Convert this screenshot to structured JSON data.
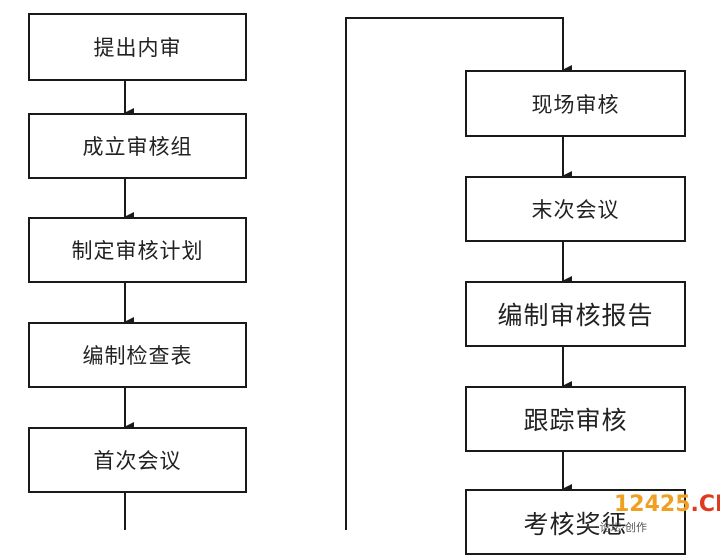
{
  "flowchart": {
    "left_column": [
      "提出内审",
      "成立审核组",
      "制定审核计划",
      "编制检查表",
      "首次会议"
    ],
    "right_column": [
      "现场审核",
      "末次会议",
      "编制审核报告",
      "跟踪审核",
      "考核奖惩"
    ]
  },
  "watermark": {
    "digits": "12425",
    "tld": ".CN",
    "subtext": "一·论坛·创作"
  },
  "colors": {
    "line": "#1a1a1a",
    "watermark_orange": "#f0a020",
    "watermark_red": "#e03a1e"
  }
}
